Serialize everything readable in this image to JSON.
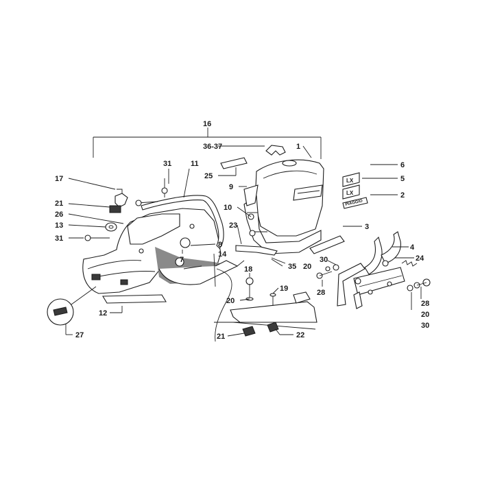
{
  "diagram": {
    "callouts": [
      {
        "id": "c16",
        "text": "16"
      },
      {
        "id": "c3637",
        "text": "36-37"
      },
      {
        "id": "c1",
        "text": "1"
      },
      {
        "id": "c31a",
        "text": "31"
      },
      {
        "id": "c11",
        "text": "11"
      },
      {
        "id": "c17",
        "text": "17"
      },
      {
        "id": "c6",
        "text": "6"
      },
      {
        "id": "c25",
        "text": "25"
      },
      {
        "id": "c9",
        "text": "9"
      },
      {
        "id": "c5",
        "text": "5"
      },
      {
        "id": "c2",
        "text": "2"
      },
      {
        "id": "c21a",
        "text": "21"
      },
      {
        "id": "c26",
        "text": "26"
      },
      {
        "id": "c10",
        "text": "10"
      },
      {
        "id": "c13",
        "text": "13"
      },
      {
        "id": "c23",
        "text": "23"
      },
      {
        "id": "c3",
        "text": "3"
      },
      {
        "id": "c31b",
        "text": "31"
      },
      {
        "id": "c8",
        "text": "8"
      },
      {
        "id": "c7",
        "text": "7"
      },
      {
        "id": "c14",
        "text": "14"
      },
      {
        "id": "c4",
        "text": "4"
      },
      {
        "id": "c24",
        "text": "24"
      },
      {
        "id": "c30a",
        "text": "30"
      },
      {
        "id": "c35",
        "text": "35"
      },
      {
        "id": "c20a",
        "text": "20"
      },
      {
        "id": "c18",
        "text": "18"
      },
      {
        "id": "c28a",
        "text": "28"
      },
      {
        "id": "c19",
        "text": "19"
      },
      {
        "id": "c20b",
        "text": "20"
      },
      {
        "id": "c28b",
        "text": "28"
      },
      {
        "id": "c20c",
        "text": "20"
      },
      {
        "id": "c12",
        "text": "12"
      },
      {
        "id": "c30b",
        "text": "30"
      },
      {
        "id": "c27",
        "text": "27"
      },
      {
        "id": "c21b",
        "text": "21"
      },
      {
        "id": "c22",
        "text": "22"
      }
    ],
    "badge_text": "PIAGGIO",
    "badge_text_lx": "LX"
  }
}
